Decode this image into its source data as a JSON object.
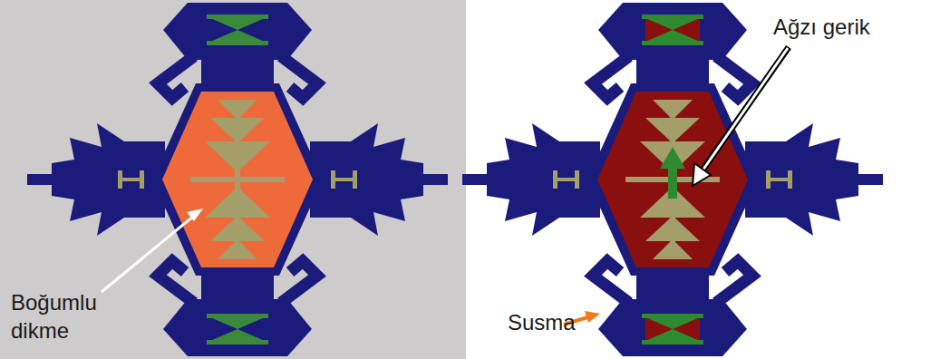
{
  "diagram": {
    "labels": [
      "Boğumlu dikme",
      "Ağzı gerik",
      "Susma"
    ]
  }
}
